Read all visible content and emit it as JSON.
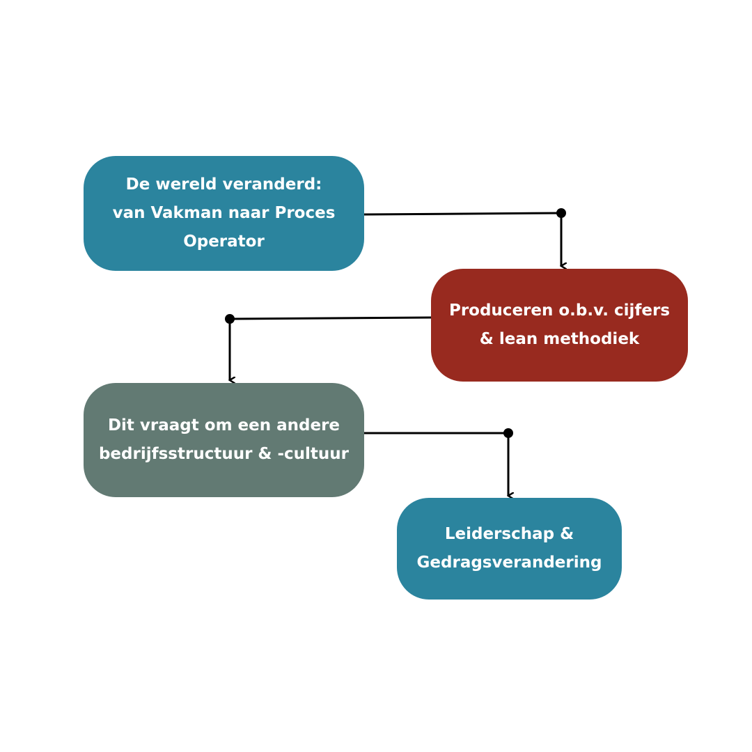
{
  "colors": {
    "teal": "#2b849e",
    "red": "#982a1f",
    "gray_green": "#627a73",
    "connector": "#000000",
    "text": "#ffffff"
  },
  "boxes": [
    {
      "lines": [
        "De wereld veranderd:",
        "van Vakman naar Proces",
        "Operator"
      ],
      "color": "#2b849e"
    },
    {
      "lines": [
        "Produceren o.b.v. cijfers",
        "& lean methodiek"
      ],
      "color": "#982a1f"
    },
    {
      "lines": [
        "Dit vraagt om een andere",
        "bedrijfsstructuur & -cultuur"
      ],
      "color": "#627a73"
    },
    {
      "lines": [
        "Leiderschap &",
        "Gedragsverandering"
      ],
      "color": "#2b849e"
    }
  ]
}
